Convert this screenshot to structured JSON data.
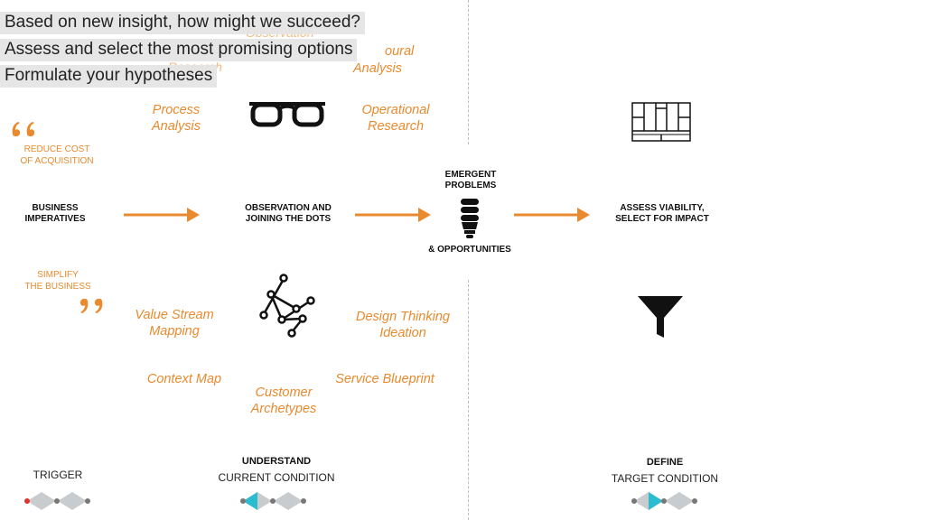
{
  "hypotheses": {
    "line1": "Based on new insight, how might we succeed?",
    "line2": "Assess and select the most promising options",
    "line3": "Formulate your hypotheses"
  },
  "ghost_labels": {
    "top_partial": "Observation",
    "behavioural": "oural",
    "analysis": "Analysis",
    "left_partial": "Research"
  },
  "methods": {
    "process": "Process\nAnalysis",
    "operational": "Operational\nResearch",
    "value_stream": "Value Stream\nMapping",
    "design_thinking": "Design Thinking\nIdeation",
    "context_map": "Context Map",
    "service_blueprint": "Service Blueprint",
    "customer": "Customer\nArchetypes"
  },
  "quotes": {
    "reduce_cost": "REDUCE COST\nOF ACQUISITION",
    "simplify": "SIMPLIFY\nTHE BUSINESS"
  },
  "nodes": {
    "business": "BUSINESS\nIMPERATIVES",
    "observation": "OBSERVATION AND\nJOINING THE DOTS",
    "emergent": "EMERGENT\nPROBLEMS",
    "opportunities": "& OPPORTUNITIES",
    "assess": "ASSESS VIABILITY,\nSELECT FOR IMPACT"
  },
  "phases": {
    "trigger": "TRIGGER",
    "understand_title": "UNDERSTAND",
    "understand_sub": "CURRENT CONDITION",
    "define_title": "DEFINE",
    "define_sub": "TARGET CONDITION"
  },
  "icons": {
    "glasses": "glasses-icon",
    "canvas": "grid-canvas-icon",
    "bulb": "lightbulb-icon",
    "network": "network-nodes-icon",
    "funnel": "funnel-icon",
    "quote_open": "open-quote-icon",
    "quote_close": "close-quote-icon"
  },
  "colors": {
    "accent_orange": "#e98a2e",
    "teal": "#2cbcd0",
    "gray_diamond": "#c9cccf",
    "trigger_dot": "#e0312b"
  }
}
